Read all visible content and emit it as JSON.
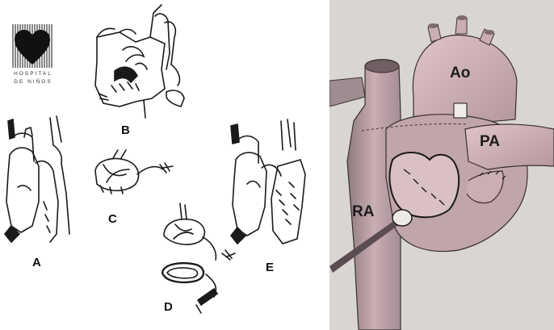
{
  "logo": {
    "line1": "HOSPITAL",
    "line2": "DE NIÑOS"
  },
  "figure_labels": {
    "A": "A",
    "B": "B",
    "C": "C",
    "D": "D",
    "E": "E"
  },
  "anatomy_labels": {
    "aorta": "Ao",
    "pulmonary_artery": "PA",
    "right_atrium": "RA"
  },
  "colors": {
    "background": "#ffffff",
    "painting_bg": "#d9d6d2",
    "tissue": "#c9aeb4",
    "tissue_dark": "#9d8489",
    "line": "#1a1a1a"
  }
}
